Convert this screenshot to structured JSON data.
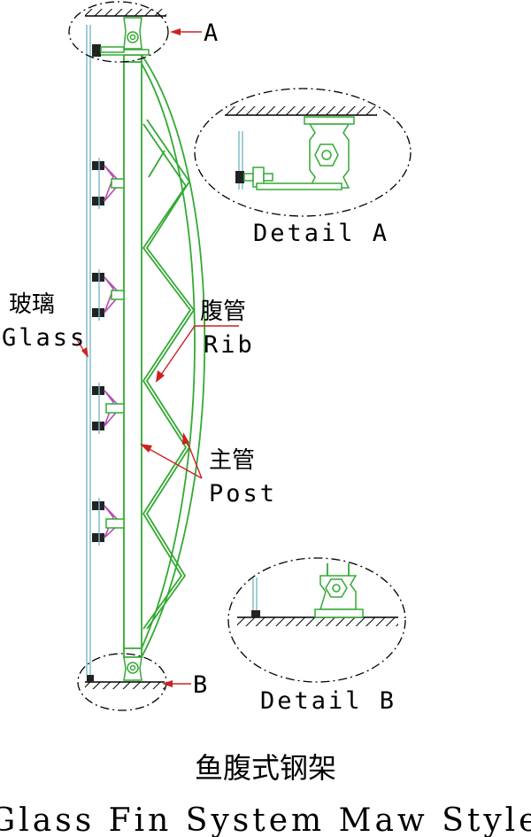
{
  "labels": {
    "detail_a_marker": "A",
    "detail_b_marker": "B",
    "detail_a_caption": "Detail A",
    "detail_b_caption": "Detail B",
    "glass_cn": "玻璃",
    "glass_en": "Glass",
    "rib_cn": "腹管",
    "rib_en": "Rib",
    "post_cn": "主管",
    "post_en": "Post"
  },
  "title": {
    "cn": "鱼腹式钢架",
    "en": "Glass Fin System Maw Style"
  },
  "colors": {
    "steel": "#33aa33",
    "glass": "#7ab8c8",
    "leader": "#cc2222",
    "fitting": "#b050b0"
  }
}
